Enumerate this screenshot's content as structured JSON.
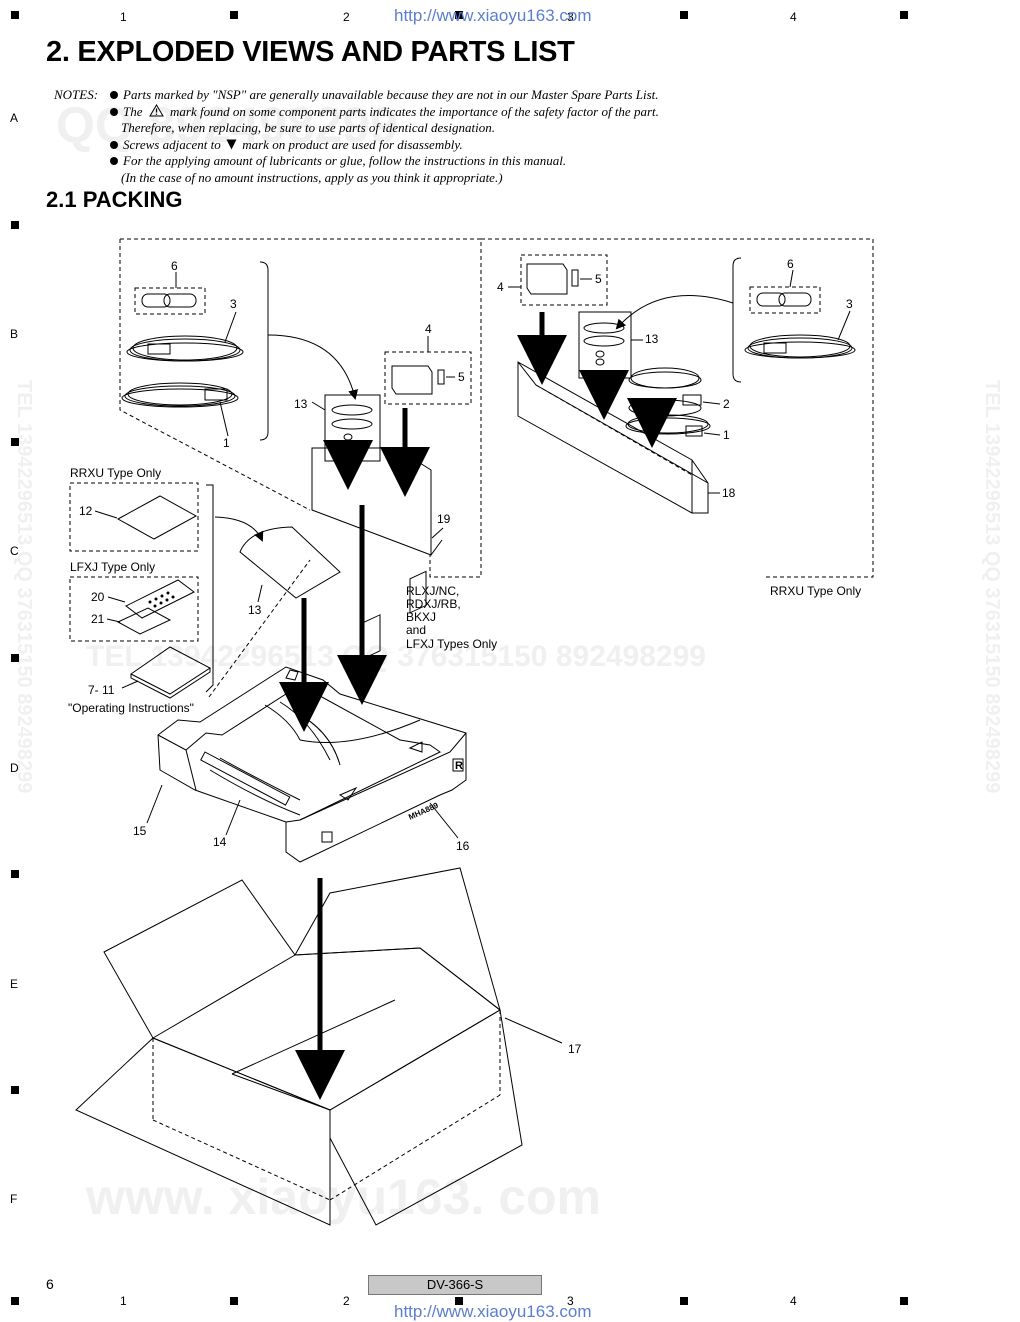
{
  "header": {
    "url": "http://www.xiaoyu163.com",
    "columns": [
      "1",
      "2",
      "3",
      "4"
    ]
  },
  "rows": [
    "A",
    "B",
    "C",
    "D",
    "E",
    "F"
  ],
  "title": "2. EXPLODED VIEWS AND PARTS LIST",
  "notes": {
    "label": "NOTES:",
    "lines": [
      "Parts marked by \"NSP\" are generally unavailable because they are not in our Master Spare Parts List.",
      "The",
      "mark found on some component parts indicates the importance of the safety factor of the part.",
      "Therefore, when replacing, be sure to use parts of identical designation.",
      "Screws adjacent to",
      "mark on product are used for disassembly.",
      "For the applying amount of lubricants or glue, follow the instructions in this manual.",
      "(In the case of no amount instructions, apply as you think it appropriate.)"
    ]
  },
  "section": "2.1  PACKING",
  "figure": {
    "labels": {
      "l6a": "6",
      "l3a": "3",
      "l1a": "1",
      "l13a": "13",
      "l4a": "4",
      "l5a": "5",
      "l19": "19",
      "l4b": "4",
      "l5b": "5",
      "l13b": "13",
      "l6b": "6",
      "l3b": "3",
      "l2b": "2",
      "l1b": "1",
      "l18": "18",
      "rrxu_only": "RRXU Type Only",
      "l12": "12",
      "lfxj_only": "LFXJ Type Only",
      "l20": "20",
      "l21": "21",
      "l13c": "13",
      "l7_11": "7- 11",
      "op_instr": "\"Operating Instructions\"",
      "types1": "RLXJ/NC,",
      "types2": "RDXJ/RB,",
      "types3": "BKXJ",
      "types4": "and",
      "types5": "LFXJ Types Only",
      "rrxu_only2": "RRXU Type Only",
      "l15": "15",
      "l14": "14",
      "l16": "16",
      "l17": "17",
      "foam_mark": "R",
      "foam_model": "MHA889"
    }
  },
  "watermarks": {
    "qq_top": "QQ                          892498299",
    "tel_mid": "TEL  13942296513     QQ  376315150  892498299",
    "www_bottom": "www. xiaoyu163. com",
    "side_right": "TEL 13942296513  QQ 376315150  892498299",
    "side_left": "TEL 13942296513  QQ 376315150  892498299"
  },
  "footer": {
    "page": "6",
    "model": "DV-366-S"
  }
}
